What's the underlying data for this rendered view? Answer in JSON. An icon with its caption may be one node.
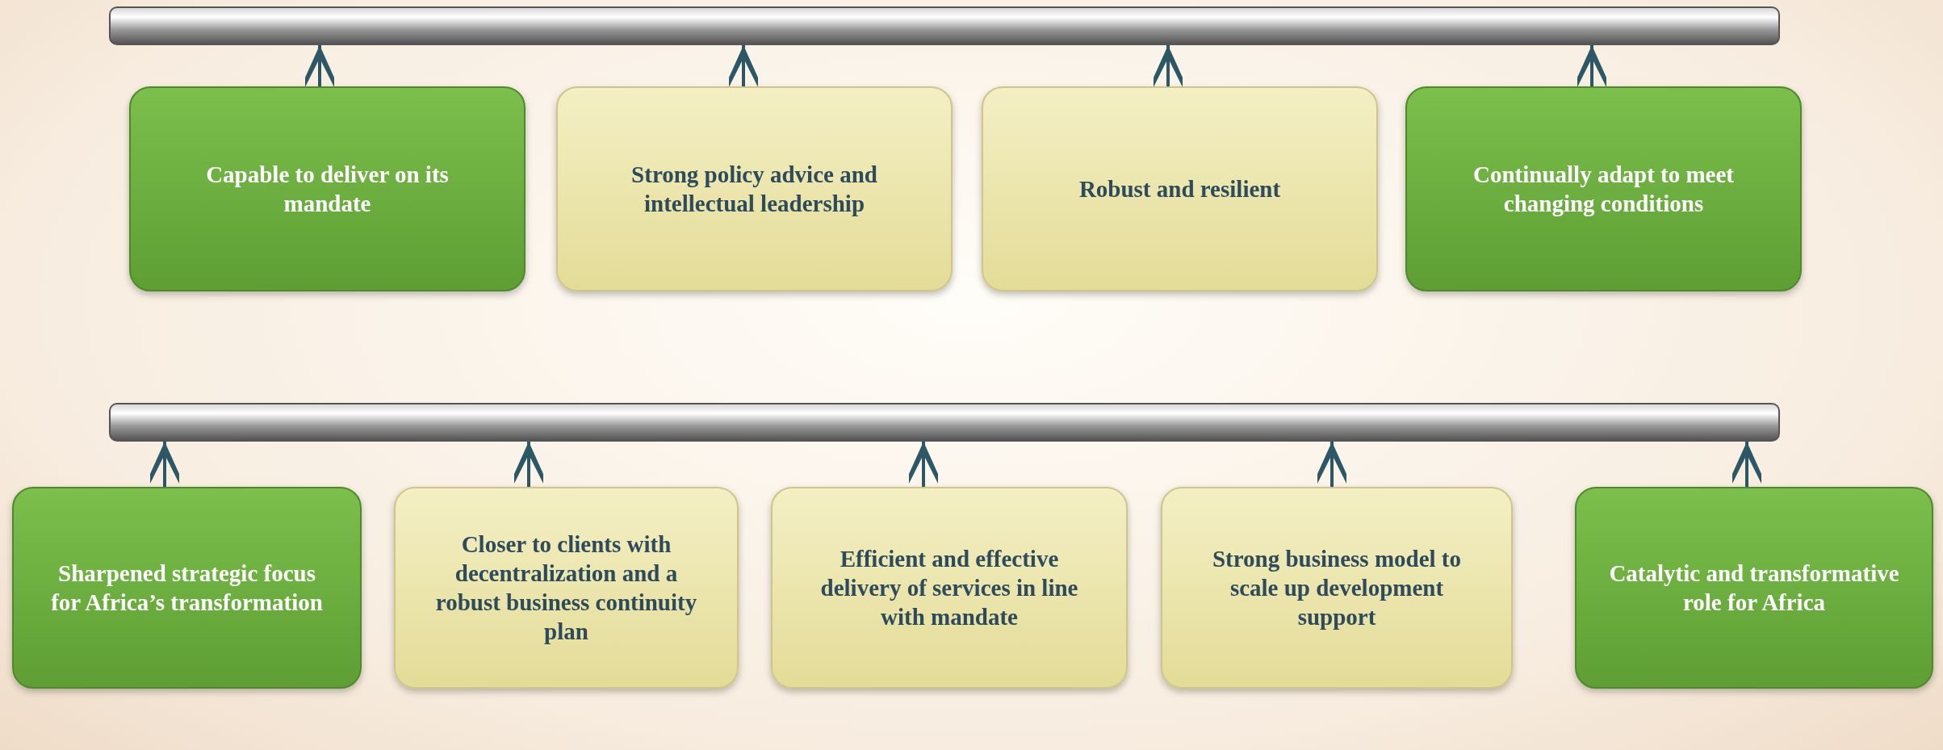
{
  "diagram": {
    "nodes": [
      {
        "text": [],
        "shape": "bar"
      },
      {
        "text": [
          "Capable to deliver on its mandate"
        ]
      },
      {
        "text": [
          "Strong policy advice and intellectual leadership"
        ]
      },
      {
        "text": [
          "Robust and resilient"
        ]
      },
      {
        "text": [
          "Continually adapt to meet changing conditions"
        ]
      },
      {
        "text": [],
        "shape": "bar"
      },
      {
        "text": [
          "Sharpened strategic focus for Africa’s transformation"
        ]
      },
      {
        "text": [
          "Closer to clients with decentralization and a robust business continuity plan"
        ]
      },
      {
        "text": [
          "Efficient and effective delivery of services in line with mandate"
        ]
      },
      {
        "text": [
          "Strong business model to scale up development support"
        ]
      },
      {
        "text": [
          "Catalytic and transformative role for Africa"
        ]
      }
    ],
    "edges": [
      {
        "from": 1,
        "to": 0,
        "arrow": "to"
      },
      {
        "from": 2,
        "to": 0,
        "arrow": "to"
      },
      {
        "from": 3,
        "to": 0,
        "arrow": "to"
      },
      {
        "from": 4,
        "to": 0,
        "arrow": "to"
      },
      {
        "from": 6,
        "to": 5,
        "arrow": "to"
      },
      {
        "from": 7,
        "to": 5,
        "arrow": "to"
      },
      {
        "from": 8,
        "to": 5,
        "arrow": "to"
      },
      {
        "from": 9,
        "to": 5,
        "arrow": "to"
      },
      {
        "from": 10,
        "to": 5,
        "arrow": "to"
      }
    ]
  }
}
